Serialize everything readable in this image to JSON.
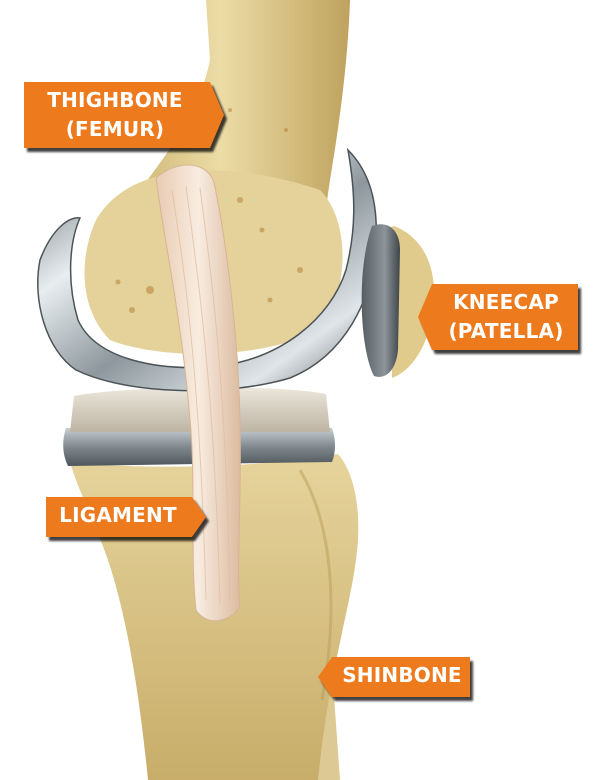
{
  "labels": {
    "femur": {
      "line1": "THIGHBONE",
      "line2": "(FEMUR)"
    },
    "patella": {
      "line1": "KNEECAP",
      "line2": "(PATELLA)"
    },
    "ligament": {
      "line1": "LIGAMENT"
    },
    "tibia": {
      "line1": "SHINBONE"
    }
  },
  "colors": {
    "label_fill": "#ee7a1e",
    "label_text": "#ffffff",
    "bone": "#e3cf94",
    "metal": "#9aa3a8",
    "plastic_insert": "#d8d1c2",
    "ligament": "#f0dcc6"
  }
}
